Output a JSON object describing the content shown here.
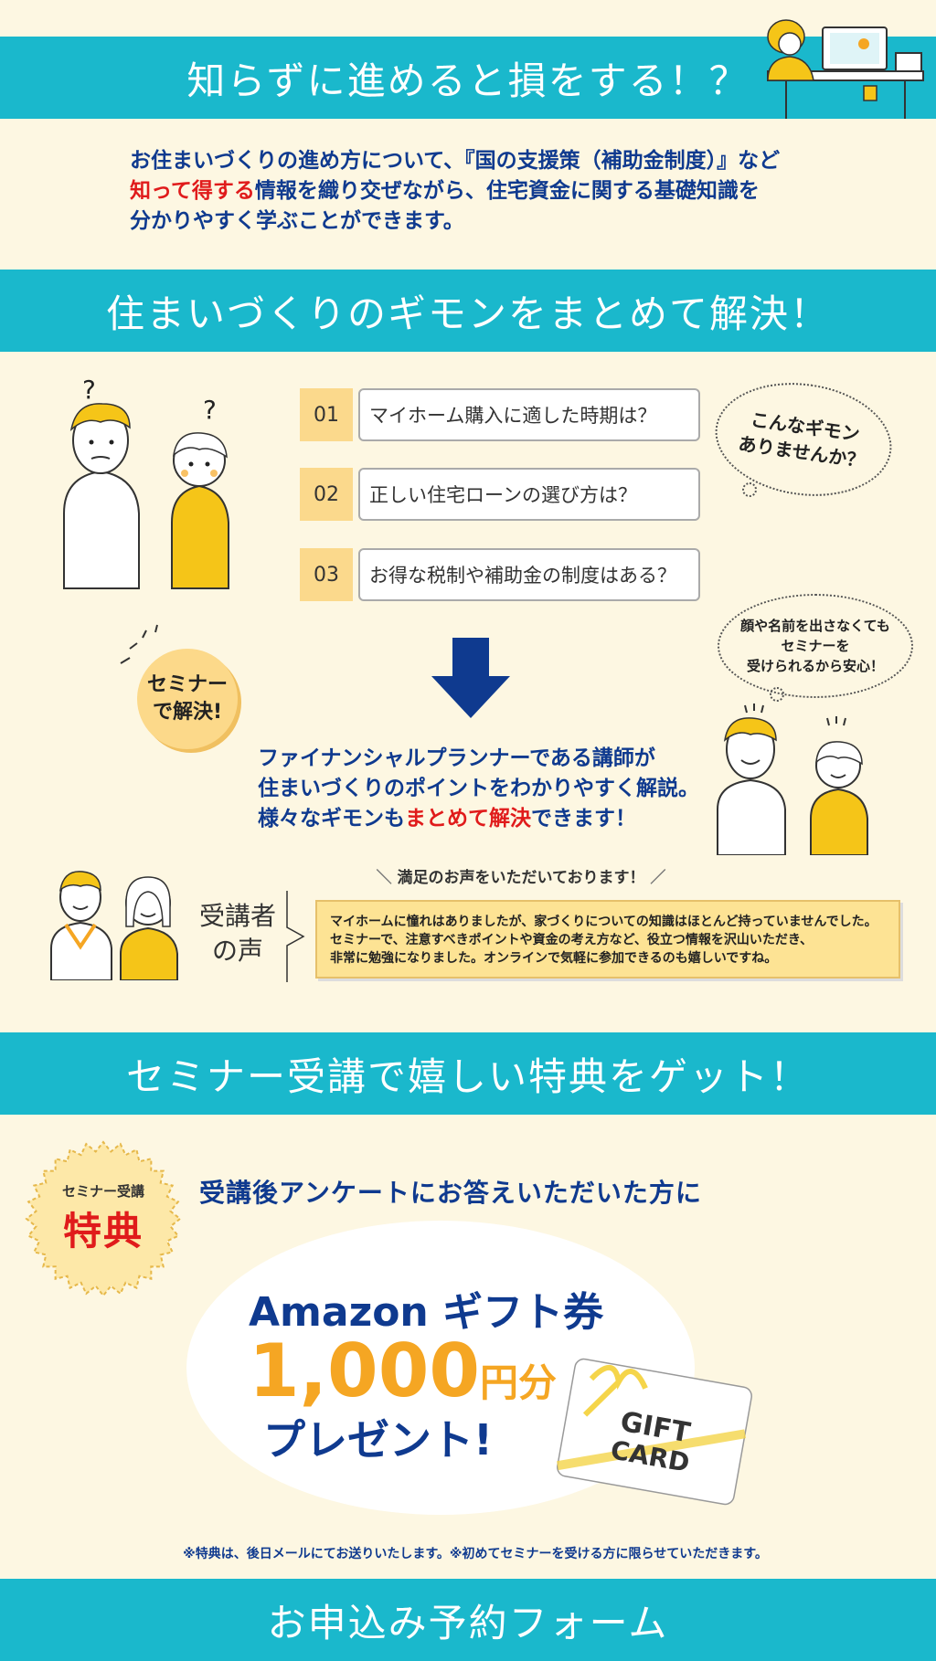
{
  "sections": {
    "warning": "知らずに進めると損をする！？",
    "questions": "住まいづくりのギモンをまとめて解決！",
    "perks": "セミナー受講で嬉しい特典をゲット！",
    "form": "お申込み予約フォーム"
  },
  "intro": {
    "line1": "お住まいづくりの進め方について、『国の支援策（補助金制度）』など",
    "line2_highlight": "知って得する",
    "line2_rest": "情報を織り交ぜながら、住宅資金に関する基礎知識を",
    "line3": "分かりやすく学ぶことができます。"
  },
  "faq": [
    {
      "num": "01",
      "text": "マイホーム購入に適した時期は？"
    },
    {
      "num": "02",
      "text": "正しい住宅ローンの選び方は？"
    },
    {
      "num": "03",
      "text": "お得な税制や補助金の制度はある？"
    }
  ],
  "bubble_question": {
    "line1": "こんなギモン",
    "line2": "ありませんか？"
  },
  "bubble_anon": {
    "line1": "顔や名前を出さなくても",
    "line2": "セミナーを",
    "line3": "受けられるから安心！"
  },
  "solve_badge": {
    "line1": "セミナー",
    "line2": "で解決!"
  },
  "fp_text": {
    "line1": "ファイナンシャルプランナーである講師が",
    "line2": "住まいづくりのポイントをわかりやすく解説。",
    "line3_pre": "様々なギモンも",
    "line3_highlight": "まとめて解決",
    "line3_post": "できます！"
  },
  "voice": {
    "label_line1": "受講者",
    "label_line2": "の声",
    "heading": "満足のお声をいただいております！",
    "line1": "マイホームに憧れはありましたが、家づくりについての知識はほとんど持っていませんでした。",
    "line2": "セミナーで、注意すべきポイントや資金の考え方など、役立つ情報を沢山いただき、",
    "line3": "非常に勉強になりました。オンラインで気軽に参加できるのも嬉しいですね。"
  },
  "perk": {
    "seal_small": "セミナー受講",
    "seal_big": "特典",
    "lead": "受講後アンケートにお答えいただいた方に",
    "amazon": "Amazon ギフト券",
    "amount": "1,000",
    "unit": "円分",
    "present": "プレゼント!",
    "card_line1": "GIFT",
    "card_line2": "CARD"
  },
  "note": "※特典は、後日メールにてお送りいたします。※初めてセミナーを受ける方に限らせていただきます。",
  "colors": {
    "banner": "#1ab8cc",
    "navy": "#0f3a8f",
    "red": "#e01b1b",
    "gold": "#f5a623",
    "cream": "#fdf7e2"
  }
}
